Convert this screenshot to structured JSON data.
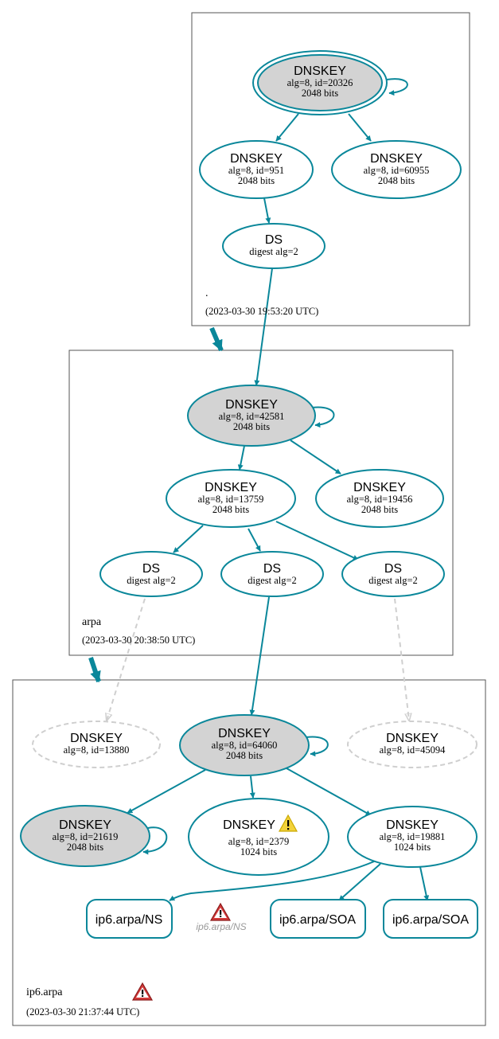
{
  "colors": {
    "edge": "#0a879a",
    "ksk_fill": "#d3d3d3",
    "missing": "#cfcfcf",
    "warning_fill": "#f3d23a",
    "error_fill": "#d33a3a"
  },
  "zones": {
    "root": {
      "name": ".",
      "timestamp": "(2023-03-30 19:53:20 UTC)",
      "ksk": {
        "title": "DNSKEY",
        "line1": "alg=8, id=20326",
        "line2": "2048 bits"
      },
      "zsk1": {
        "title": "DNSKEY",
        "line1": "alg=8, id=951",
        "line2": "2048 bits"
      },
      "zsk2": {
        "title": "DNSKEY",
        "line1": "alg=8, id=60955",
        "line2": "2048 bits"
      },
      "ds": {
        "title": "DS",
        "line1": "digest alg=2"
      }
    },
    "arpa": {
      "name": "arpa",
      "timestamp": "(2023-03-30 20:38:50 UTC)",
      "ksk": {
        "title": "DNSKEY",
        "line1": "alg=8, id=42581",
        "line2": "2048 bits"
      },
      "zsk1": {
        "title": "DNSKEY",
        "line1": "alg=8, id=13759",
        "line2": "2048 bits"
      },
      "zsk2": {
        "title": "DNSKEY",
        "line1": "alg=8, id=19456",
        "line2": "2048 bits"
      },
      "ds1": {
        "title": "DS",
        "line1": "digest alg=2"
      },
      "ds2": {
        "title": "DS",
        "line1": "digest alg=2"
      },
      "ds3": {
        "title": "DS",
        "line1": "digest alg=2"
      }
    },
    "ip6": {
      "name": "ip6.arpa",
      "timestamp": "(2023-03-30 21:37:44 UTC)",
      "missing1": {
        "title": "DNSKEY",
        "line1": "alg=8, id=13880"
      },
      "ksk": {
        "title": "DNSKEY",
        "line1": "alg=8, id=64060",
        "line2": "2048 bits"
      },
      "missing2": {
        "title": "DNSKEY",
        "line1": "alg=8, id=45094"
      },
      "key21619": {
        "title": "DNSKEY",
        "line1": "alg=8, id=21619",
        "line2": "2048 bits"
      },
      "key2379": {
        "title": "DNSKEY",
        "line1": "alg=8, id=2379",
        "line2": "1024 bits"
      },
      "key19881": {
        "title": "DNSKEY",
        "line1": "alg=8, id=19881",
        "line2": "1024 bits"
      },
      "rr_ns": "ip6.arpa/NS",
      "rr_ns_ghost": "ip6.arpa/NS",
      "rr_soa1": "ip6.arpa/SOA",
      "rr_soa2": "ip6.arpa/SOA"
    }
  },
  "icons": {
    "warning": "warning-icon",
    "error": "error-icon"
  }
}
